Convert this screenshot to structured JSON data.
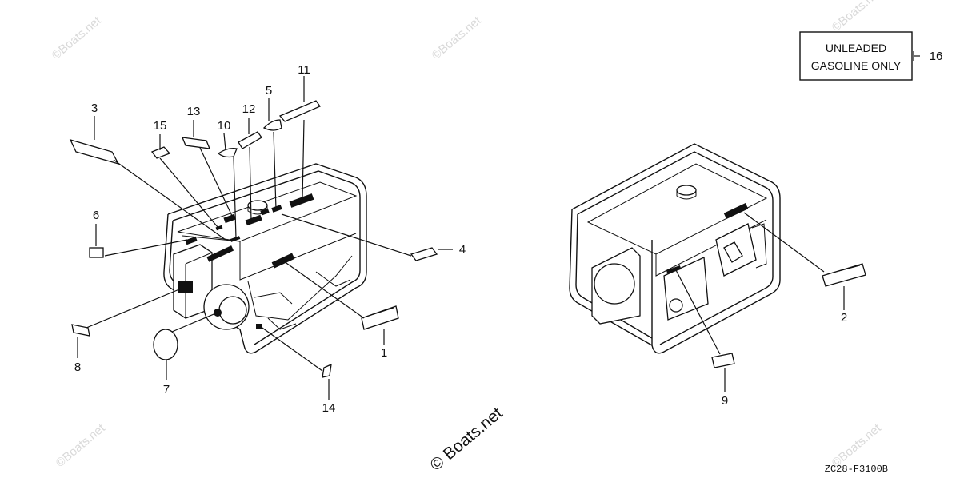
{
  "callouts": {
    "c1": "1",
    "c2": "2",
    "c3": "3",
    "c4": "4",
    "c5": "5",
    "c6": "6",
    "c7": "7",
    "c8": "8",
    "c9": "9",
    "c10": "10",
    "c11": "11",
    "c12": "12",
    "c13": "13",
    "c14": "14",
    "c15": "15",
    "c16": "16"
  },
  "unleaded_label": {
    "line1": "UNLEADED",
    "line2": "GASOLINE ONLY"
  },
  "drawing_code": "ZC28-F3100B",
  "watermark": "© Boats.net",
  "watermark_faint": "©Boats.net"
}
